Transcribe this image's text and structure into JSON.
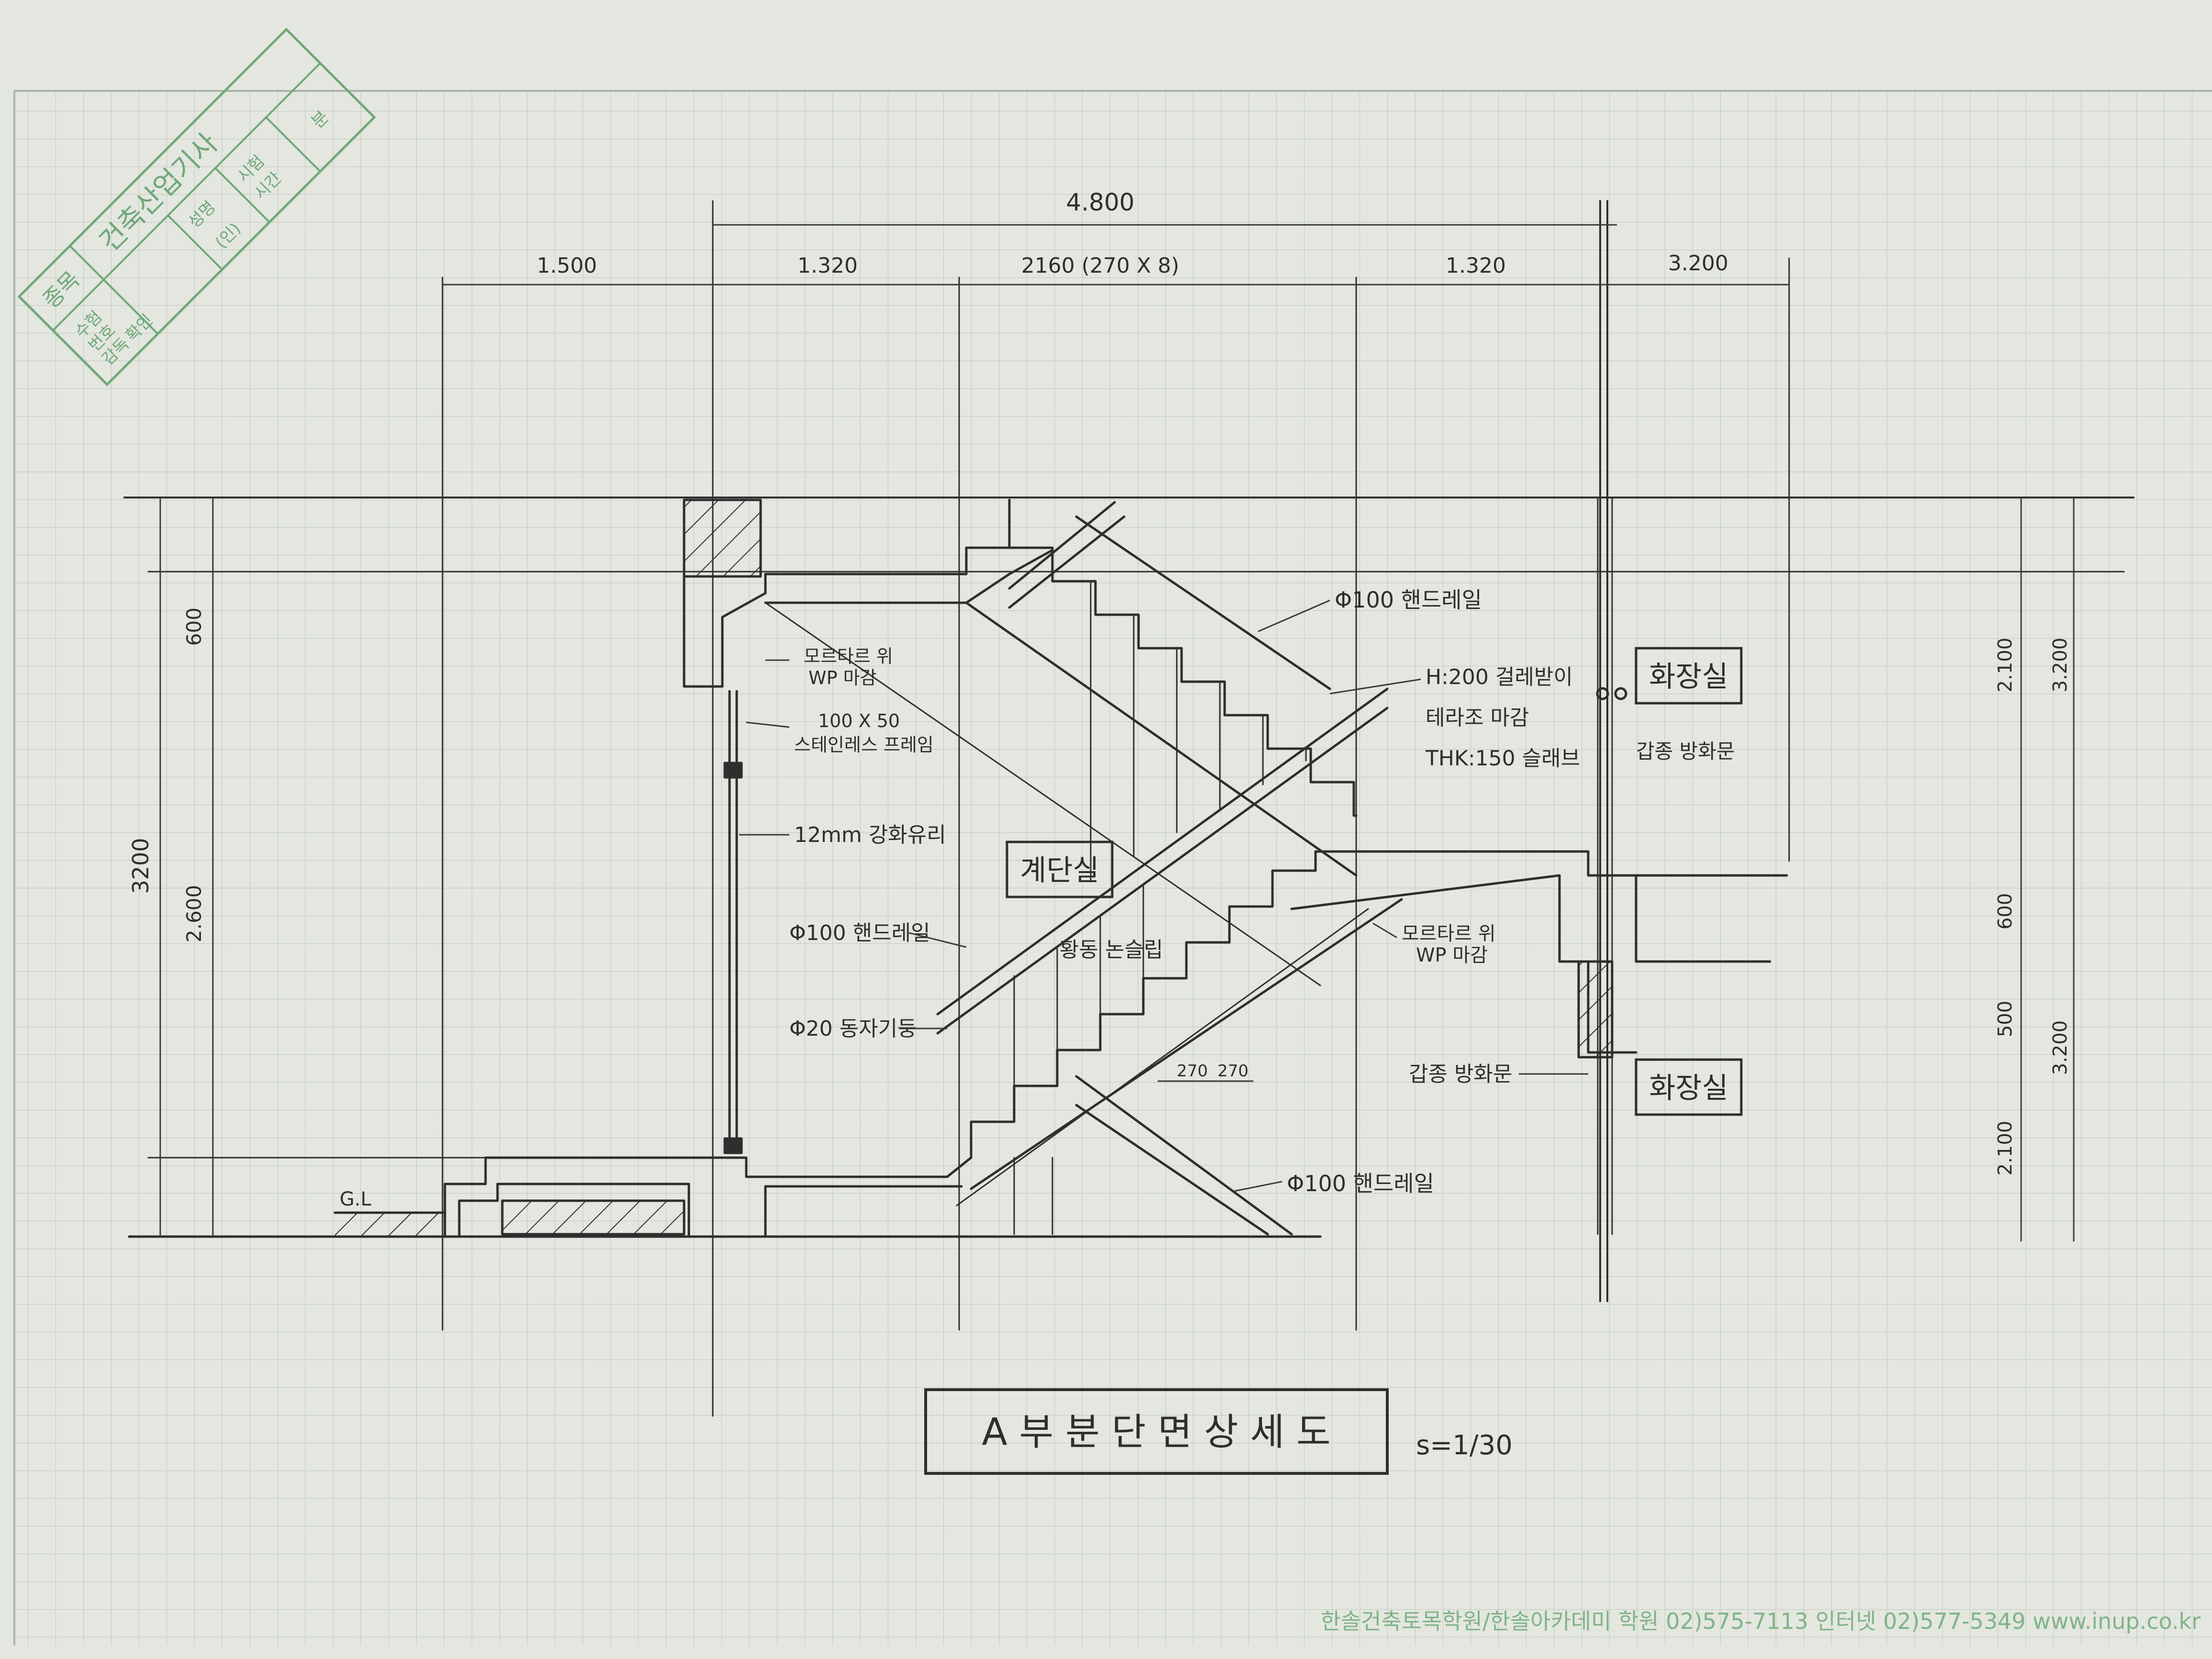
{
  "stamp": {
    "jongmok_label": "종목",
    "jongmok_value": "건축산업기사",
    "small_labels": [
      "수험",
      "번호",
      "감독",
      "확인",
      "성명",
      "(인)",
      "시험",
      "시간",
      "분"
    ]
  },
  "dimensions": {
    "overall_width": "4.800",
    "segments": [
      "1.500",
      "1.320",
      "2160 (270 X 8)",
      "1.320",
      "3.200"
    ],
    "left_vertical": [
      "600",
      "2.600",
      "3200"
    ],
    "right_vertical": [
      "2.100",
      "3.200",
      "600",
      "500",
      "3.200",
      "2.100"
    ],
    "tread": [
      "270",
      "270"
    ]
  },
  "callouts": {
    "handrail_top": "Φ100 핸드레일",
    "baseboard": "H:200 걸레받이",
    "terrazzo": "테라조 마감",
    "slab": "THK:150 슬래브",
    "mortar_top": "모르타르 위",
    "wp_top": "WP 마감",
    "frame_size": "100 X 50",
    "frame_name": "스테인레스 프레임",
    "glass": "12mm 강화유리",
    "handrail_left": "Φ100 핸드레일",
    "baluster": "Φ20 동자기둥",
    "nosing": "황동 논슬립",
    "mortar_right": "모르타르 위",
    "wp_right": "WP 마감",
    "waterproof_lower": "갑종 방화문",
    "waterproof_upper": "갑종 방화문",
    "handrail_bottom": "Φ100 핸드레일",
    "gl": "G.L"
  },
  "rooms": {
    "stair": "계단실",
    "toilet_upper": "화장실",
    "toilet_lower": "화장실"
  },
  "title": {
    "text": "A 부 분 단 면 상 세 도",
    "scale": "s=1/30"
  },
  "footer": "한솔건축토목학원/한솔아카데미 학원 02)575-7113 인터넷 02)577-5349 www.inup.co.kr",
  "colors": {
    "paper": "#e4e6e0",
    "grid": "#b7c1b9",
    "pencil": "#2e2e2e",
    "stamp_green": "#6ea878"
  }
}
